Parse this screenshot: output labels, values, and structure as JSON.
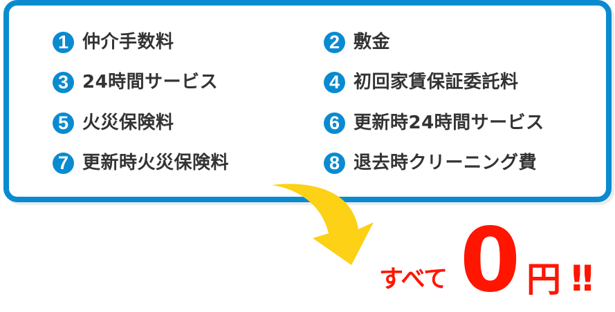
{
  "panel": {
    "border_color": "#0a8bd0",
    "items": [
      {
        "number": "1",
        "label": "仲介手数料"
      },
      {
        "number": "2",
        "label": "敷金"
      },
      {
        "number": "3",
        "label": "24時間サービス"
      },
      {
        "number": "4",
        "label": "初回家賃保証委託料"
      },
      {
        "number": "5",
        "label": "火災保険料"
      },
      {
        "number": "6",
        "label": "更新時24時間サービス"
      },
      {
        "number": "7",
        "label": "更新時火災保険料"
      },
      {
        "number": "8",
        "label": "退去時クリーニング費"
      }
    ]
  },
  "arrow": {
    "icon": "curved-arrow-down-right-icon",
    "color": "#fcd116"
  },
  "summary": {
    "prefix": "すべて",
    "amount": "0",
    "unit": "円",
    "emphasis": "!!",
    "color": "#ff1500"
  }
}
